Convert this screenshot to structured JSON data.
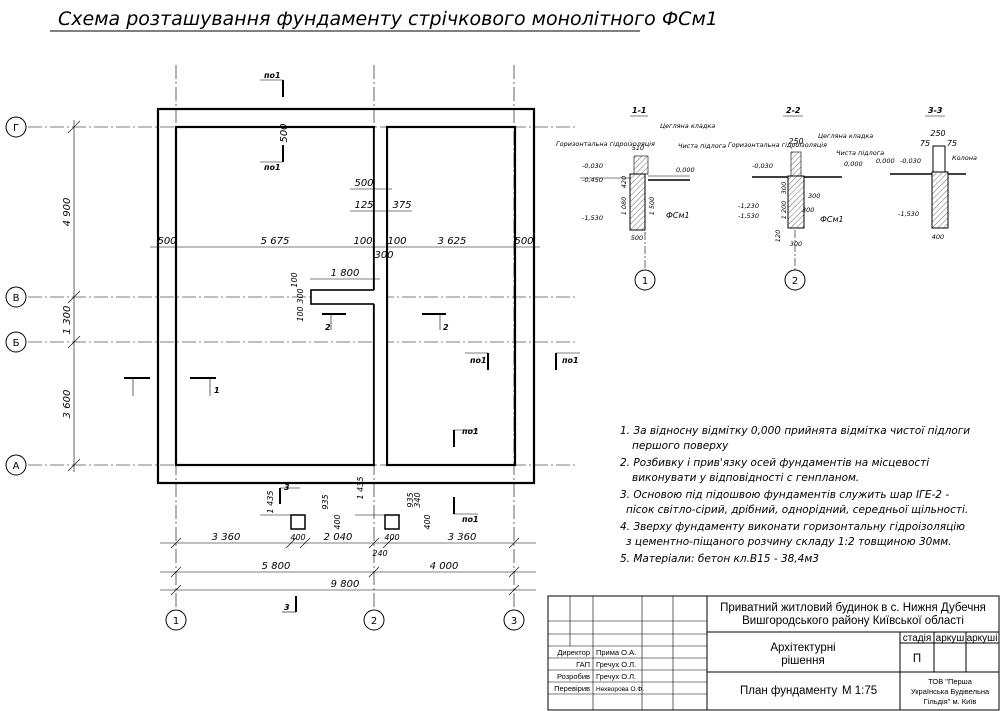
{
  "title": "Схема розташування фундаменту стрічкового монолітного ФСм1",
  "axes": {
    "h": [
      "Г",
      "В",
      "Б",
      "А"
    ],
    "v": [
      "1",
      "2",
      "3"
    ]
  },
  "left_dims": [
    "4 900",
    "1 300",
    "3 600"
  ],
  "top_dims": {
    "a": "500",
    "b": "5 675",
    "c": "100",
    "d": "100",
    "e": "3 625",
    "f": "500",
    "g": "500",
    "h": "125",
    "i": "375",
    "j": "300",
    "k": "1 800",
    "l": "300",
    "m": "100",
    "n": "100"
  },
  "bottom_dims": {
    "r1a": "3 360",
    "r1b": "400",
    "r1c": "2 040",
    "r1d": "400",
    "r1e": "3 360",
    "r1f": "240",
    "r2a": "5 800",
    "r2b": "4 000",
    "r3": "9 800",
    "v1": "1 435",
    "v2": "935",
    "v3": "400",
    "v4": "1 435",
    "v5": "935",
    "v6": "400",
    "v7": "340"
  },
  "cut_labels": {
    "po1": "по1",
    "c1": "1",
    "c2": "2",
    "c3": "3"
  },
  "sections": {
    "s1": {
      "title": "1-1",
      "w_top": "510",
      "w_bot": "500",
      "label_mat": "Цегляна кладка",
      "label_floor": "Чиста підлога",
      "label_gidro": "Горизонтальна гідроізоляція",
      "lv0": "0,000",
      "lv1": "-0,030",
      "lv2": "-0,450",
      "lv3": "-1,530",
      "d1": "420",
      "d2": "1 080",
      "d3": "1 500",
      "fsm": "ФСм1",
      "axis": "1"
    },
    "s2": {
      "title": "2-2",
      "w_top": "250",
      "label_mat": "Цегляна кладка",
      "label_floor": "Чиста підлога",
      "label_gidro": "Горизонтальна гідроізоляція",
      "lv0": "0,000",
      "lv1": "-0,030",
      "lv2": "-1,230",
      "lv3": "-1,530",
      "d1": "300",
      "d2": "1 200",
      "d3": "300",
      "d4": "120",
      "d5": "300",
      "w_bot": "300",
      "fsm": "ФСм1",
      "axis": "2"
    },
    "s3": {
      "title": "3-3",
      "w_a": "250",
      "w_b": "75",
      "w_c": "75",
      "label": "Колона",
      "lv0": "0,000",
      "lv1": "-0,030",
      "lv3": "-1,530",
      "w_bot": "400"
    }
  },
  "notes": [
    "1. За відносну відмітку 0,000 прийнята відмітка чистої підлоги",
    "першого поверху",
    "2. Розбивку і прив'язку осей фундаментів на місцевості",
    "виконувати у відповідності с генпланом.",
    "3. Основою під підошвою фундаментів служить шар ІГЕ-2 -",
    "пісок світло-сірий, дрібний, однорідний, середньої щільності.",
    "4. Зверху фундаменту виконати горизонтальну гідроізоляцію",
    "з цементно-піщаного розчину складу 1:2 товщиною 30мм.",
    "5. Матеріали: бетон кл.В15 - 38,4м3"
  ],
  "titleblock": {
    "project_l1": "Приватний житловий будинок в с. Нижня Дубечня",
    "project_l2": "Вишгородського району Київської області",
    "section_l1": "Архітектурні",
    "section_l2": "рішення",
    "sheet": "План фундаменту",
    "scale": "М 1:75",
    "h_stage": "стадія",
    "h_sheet": "аркуш",
    "h_sheets": "аркуші",
    "stage": "П",
    "org_l1": "ТОВ \"Перша",
    "org_l2": "Українська Будівельна",
    "org_l3": "Гільдія\" м. Київ",
    "people": [
      {
        "role": "Директор",
        "name": "Прима О.А."
      },
      {
        "role": "ГАП",
        "name": "Гречух О.Л."
      },
      {
        "role": "Розробив",
        "name": "Гречух О.Л."
      },
      {
        "role": "Перевірив",
        "name": "Нехворова О.Ф."
      }
    ]
  },
  "colors": {
    "line": "#000000",
    "hatch": "#444444"
  }
}
